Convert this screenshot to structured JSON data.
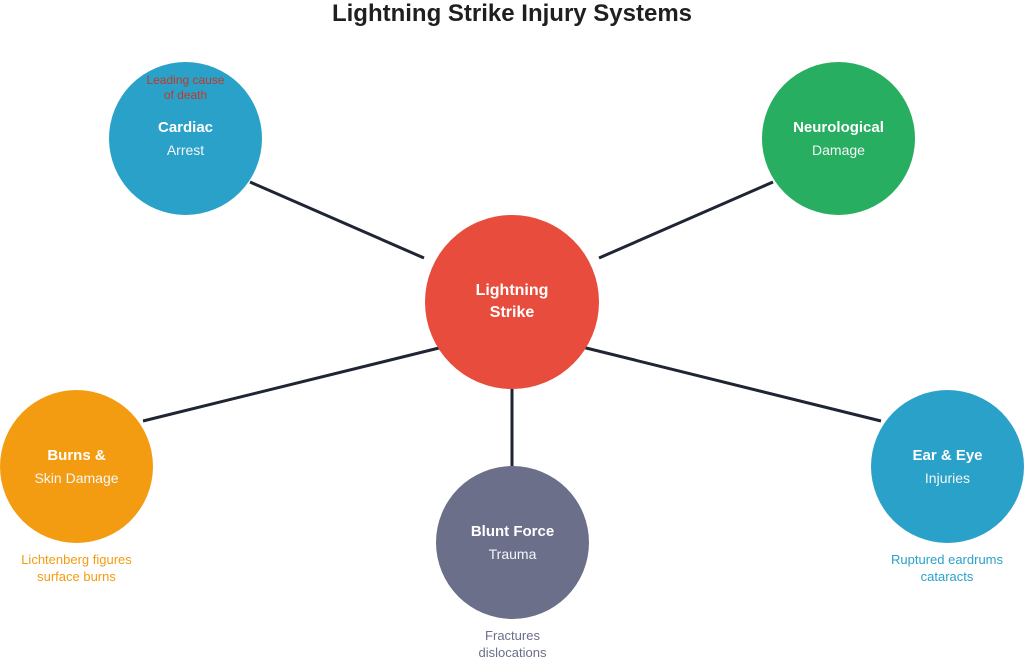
{
  "title": "Lightning Strike Injury Systems",
  "colors": {
    "center": "#e74c3c",
    "cardiac": "#2aa1c8",
    "neuro": "#27ae60",
    "burns": "#f39c12",
    "blunt": "#6b6f8a",
    "eareye": "#2aa1c8",
    "line": "#1f2533"
  },
  "nodes": {
    "center": {
      "line1": "Lightning",
      "line2": "Strike"
    },
    "cardiac": {
      "line1": "Cardiac",
      "line2": "Arrest",
      "note1": "Leading cause",
      "note2": "of death"
    },
    "neuro": {
      "line1": "Neurological",
      "line2": "Damage"
    },
    "burns": {
      "line1": "Burns &",
      "line2": "Skin Damage",
      "note1": "Lichtenberg figures",
      "note2": "surface burns"
    },
    "blunt": {
      "line1": "Blunt Force",
      "line2": "Trauma",
      "note1": "Fractures",
      "note2": "dislocations"
    },
    "eareye": {
      "line1": "Ear & Eye",
      "line2": "Injuries",
      "note1": "Ruptured eardrums",
      "note2": "cataracts"
    }
  }
}
